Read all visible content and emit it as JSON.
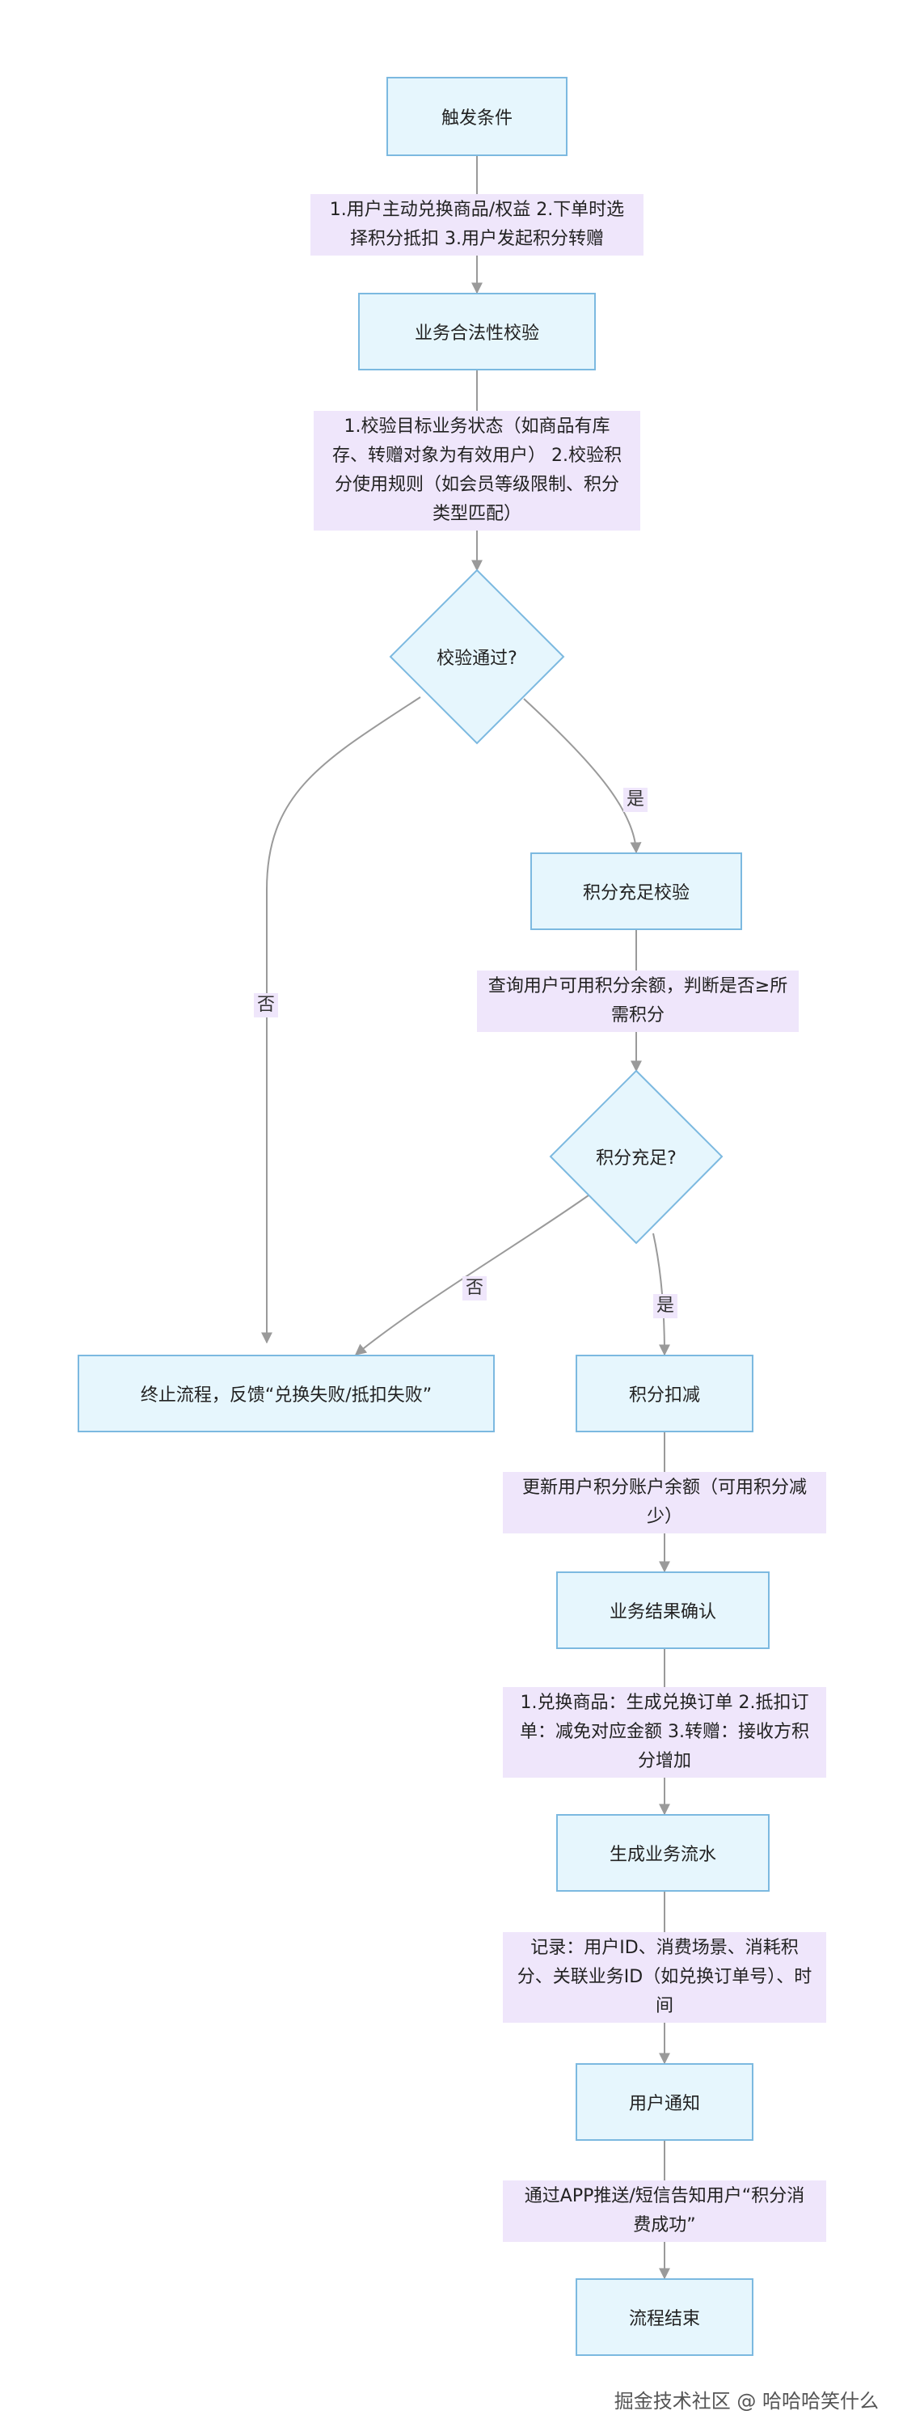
{
  "nodes": {
    "trigger": "触发条件",
    "validate": "业务合法性校验",
    "decision1": "校验通过?",
    "points_check": "积分充足校验",
    "decision2": "积分充足?",
    "terminate": "终止流程，反馈“兑换失败/抵扣失败”",
    "deduct": "积分扣减",
    "confirm": "业务结果确认",
    "flow_record": "生成业务流水",
    "notify": "用户通知",
    "end": "流程结束"
  },
  "labels": {
    "trigger_desc": [
      "1.用户主动兑换商品/权益 2.下单时选",
      "择积分抵扣 3.用户发起积分转赠"
    ],
    "validate_desc": [
      "1.校验目标业务状态（如商品有库",
      "存、转赠对象为有效用户） 2.校验积",
      "分使用规则（如会员等级限制、积分",
      "类型匹配）"
    ],
    "points_desc": [
      "查询用户可用积分余额，判断是否≥所",
      "需积分"
    ],
    "deduct_desc": [
      "更新用户积分账户余额（可用积分减",
      "少）"
    ],
    "confirm_desc": [
      "1.兑换商品：生成兑换订单 2.抵扣订",
      "单：减免对应金额 3.转赠：接收方积",
      "分增加"
    ],
    "record_desc": [
      "记录：用户ID、消费场景、消耗积",
      "分、关联业务ID（如兑换订单号）、时",
      "间"
    ],
    "notify_desc": [
      "通过APP推送/短信告知用户“积分消",
      "费成功”"
    ]
  },
  "branches": {
    "yes1": "是",
    "no1": "否",
    "yes2": "是",
    "no2": "否"
  },
  "watermark": "掘金技术社区 @ 哈哈哈笑什么",
  "colors": {
    "node_fill": "#e6f6fd",
    "node_border": "#7cb9e0",
    "label_fill": "#efe6fb",
    "edge": "#9a9a9a"
  }
}
